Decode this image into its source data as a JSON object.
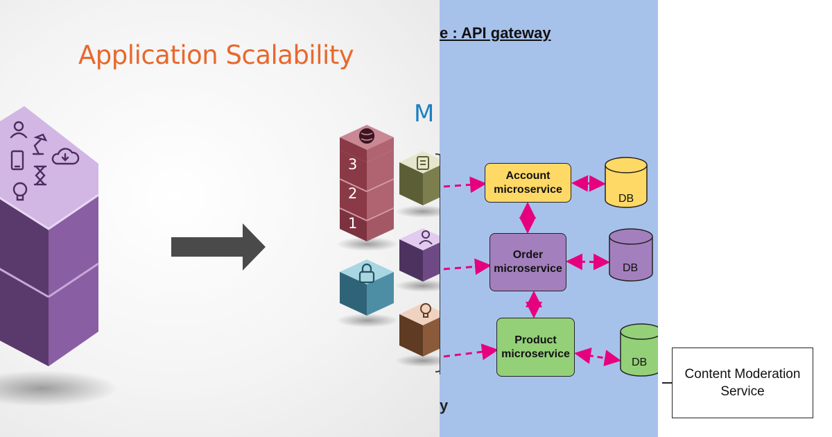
{
  "left_slide": {
    "title": "Application Scalability",
    "partial_heading": "M",
    "stack_labels": [
      "3",
      "2",
      "1"
    ],
    "colors": {
      "title": "#e8682c",
      "partial_heading": "#1d7fc2",
      "arrow": "#4a4a4a",
      "monolith": "#8a5ea3",
      "cube_red": "#9b4a55",
      "cube_olive": "#76784a",
      "cube_purple": "#6e4a84",
      "cube_teal": "#3f7f96",
      "cube_brown": "#8b5a3a"
    },
    "icons": [
      "person-icon",
      "smartphone-icon",
      "desk-lamp-icon",
      "cloud-download-icon",
      "hourglass-icon",
      "lightbulb-icon",
      "globe-icon",
      "document-icon",
      "padlock-icon"
    ]
  },
  "api_gateway_diagram": {
    "title": "e : API gateway",
    "services": [
      {
        "name": "Account microservice",
        "label": "Account\nmicroservice",
        "color": "#ffd966",
        "db_label": "DB"
      },
      {
        "name": "Order microservice",
        "label": "Order\nmicroservice",
        "color": "#a47fbd",
        "db_label": "DB"
      },
      {
        "name": "Product microservice",
        "label": "Product\nmicroservice",
        "color": "#93d077",
        "db_label": "DB"
      }
    ],
    "stray_text": "y",
    "colors": {
      "background": "#a7c2ea",
      "connector": "#e6007e"
    }
  },
  "right_panel": {
    "moderation_service": "Content Moderation\nService"
  }
}
